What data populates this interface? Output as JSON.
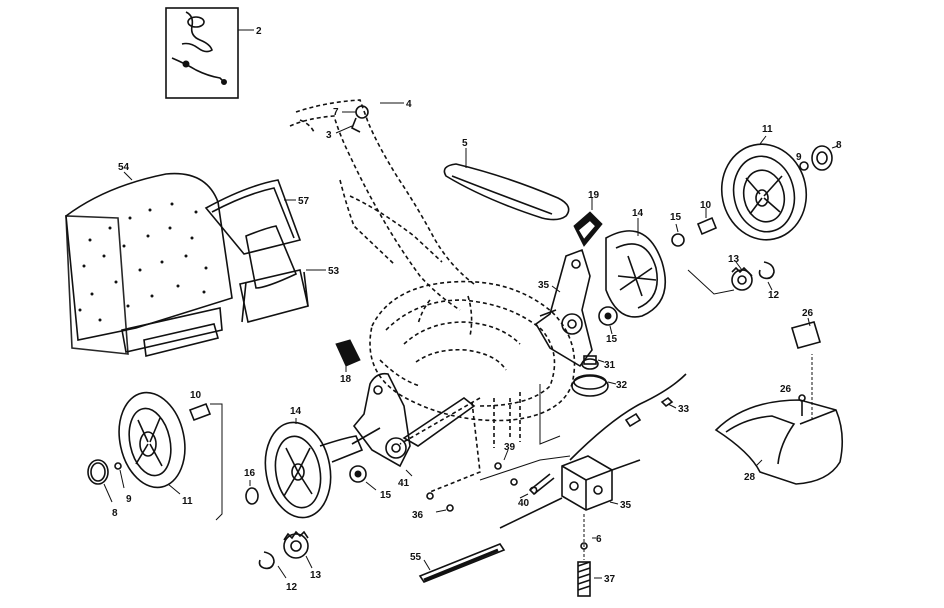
{
  "diagram": {
    "callouts": {
      "c2": "2",
      "c4": "4",
      "c7": "7",
      "c3": "3",
      "c5": "5",
      "c54": "54",
      "c57": "57",
      "c53": "53",
      "c19": "19",
      "c14a": "14",
      "c15a": "15",
      "c10a": "10",
      "c11a": "11",
      "c9a": "9",
      "c8a": "8",
      "c13a": "13",
      "c12a": "12",
      "c35a": "35",
      "c15b": "15",
      "c26a": "26",
      "c26b": "26",
      "c31": "31",
      "c32": "32",
      "c33": "33",
      "c18": "18",
      "c10b": "10",
      "c14b": "14",
      "c11b": "11",
      "c9b": "9",
      "c8b": "8",
      "c16": "16",
      "c15c": "15",
      "c41": "41",
      "c39": "39",
      "c36": "36",
      "c40": "40",
      "c35b": "35",
      "c6": "6",
      "c28": "28",
      "c55": "55",
      "c13b": "13",
      "c12b": "12",
      "c37": "37"
    }
  }
}
